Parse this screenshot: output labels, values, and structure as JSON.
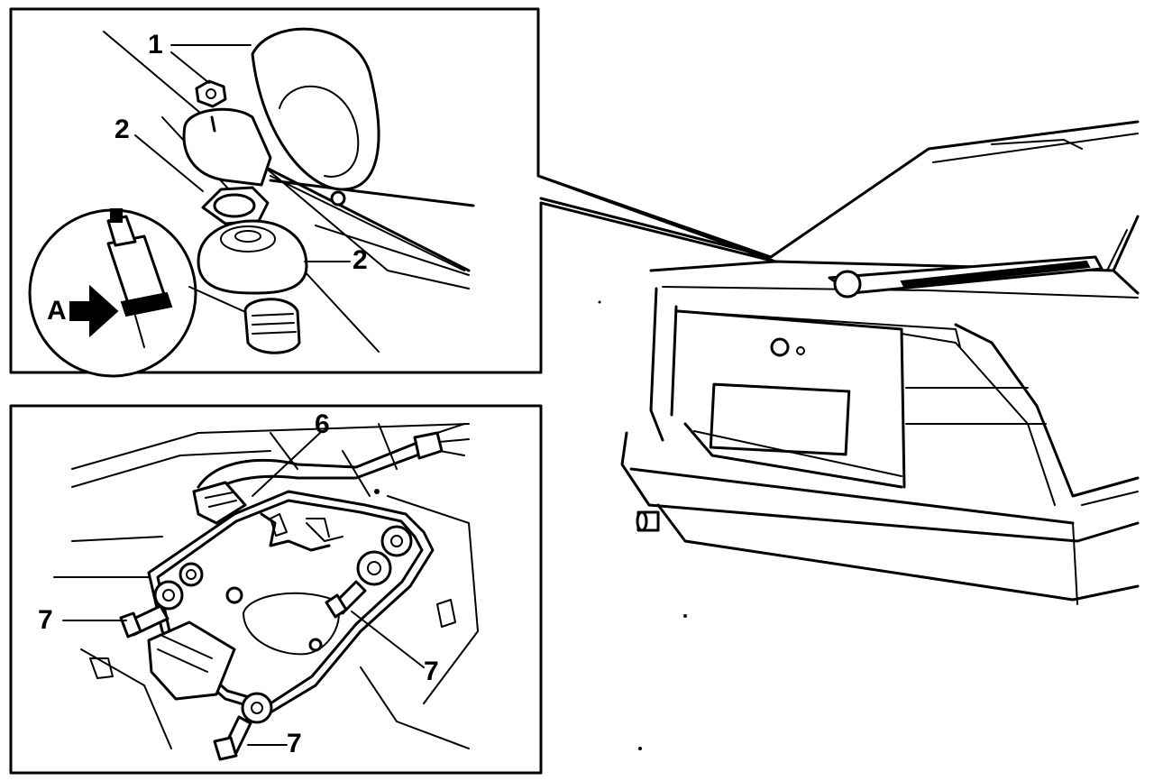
{
  "diagram": {
    "callouts": {
      "upper_label_1": "1",
      "upper_label_2a": "2",
      "upper_label_2b": "2",
      "upper_label_a": "A",
      "lower_label_6": "6",
      "lower_label_7a": "7",
      "lower_label_7b": "7",
      "lower_label_7c": "7"
    },
    "panels": [
      "upper-detail-wiper-arm",
      "lower-detail-wiper-motor",
      "car-rear-view"
    ]
  }
}
